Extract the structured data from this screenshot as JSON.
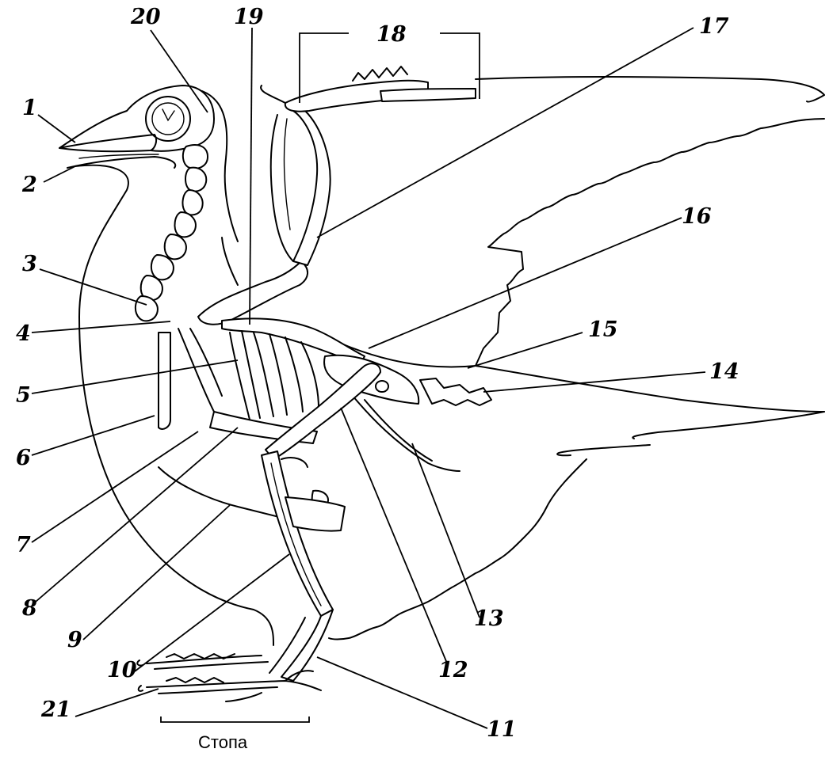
{
  "labels": {
    "l1": "1",
    "l2": "2",
    "l3": "3",
    "l4": "4",
    "l5": "5",
    "l6": "6",
    "l7": "7",
    "l8": "8",
    "l9": "9",
    "l10": "10",
    "l11": "11",
    "l12": "12",
    "l13": "13",
    "l14": "14",
    "l15": "15",
    "l16": "16",
    "l17": "17",
    "l18": "18",
    "l19": "19",
    "l20": "20",
    "l21": "21"
  },
  "caption": "Стопа",
  "colors": {
    "ink": "#000000",
    "paper": "#ffffff"
  }
}
